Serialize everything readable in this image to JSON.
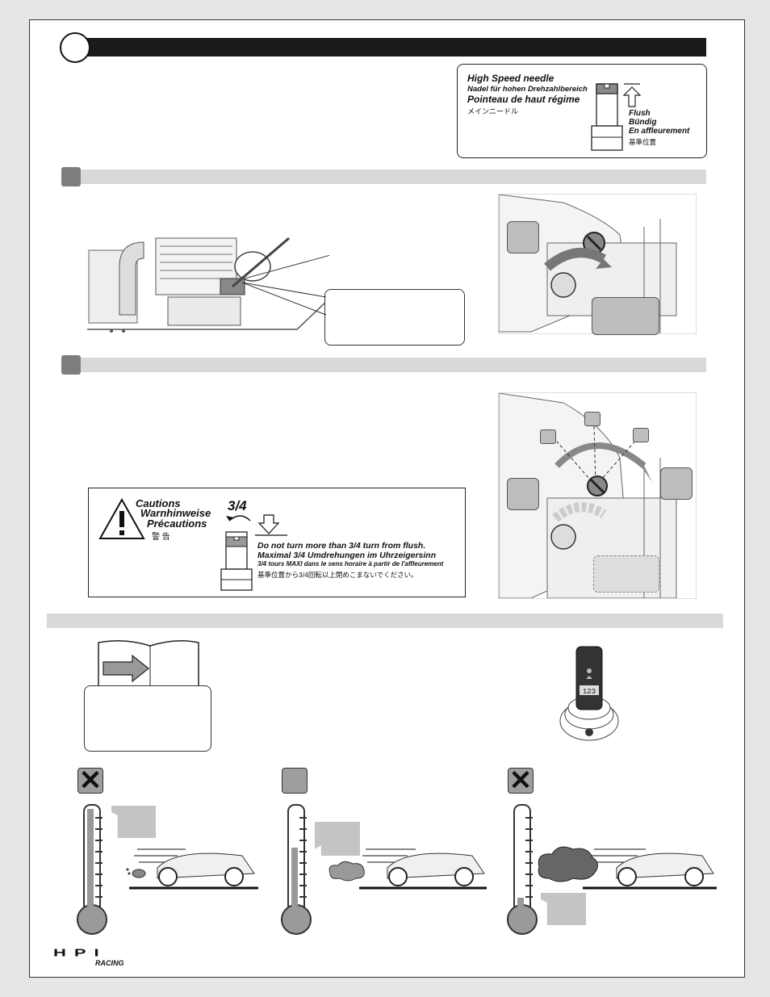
{
  "info_box": {
    "line1": "High Speed needle",
    "line2": "Nadel für hohen Drehzahlbereich",
    "line3": "Pointeau de haut régime",
    "line4": "メインニードル",
    "flush_en": "Flush",
    "flush_de": "Bündig",
    "flush_fr": "En affleurement",
    "flush_jp": "基準位置"
  },
  "caution": {
    "title_en": "Cautions",
    "title_de": "Warnhinweise",
    "title_fr": "Précautions",
    "title_jp": "警 告",
    "turn_fraction": "3/4",
    "text_en": "Do not turn more than 3/4 turn from flush.",
    "text_de": "Maximal 3/4 Umdrehungen im Uhrzeigersinn",
    "text_fr": "3/4 tours MAXI dans le sens horaire à partir de l'affleurement",
    "text_jp": "基準位置から3/4回転以上閉めこまないでください。"
  },
  "tuner": {
    "display": "123"
  },
  "logo": {
    "main": "HPI",
    "sub": "RACING"
  },
  "colors": {
    "gray_box": "#bdbdbd",
    "header_bar": "#1a1a1a",
    "section_bar": "#d9d9d9"
  }
}
